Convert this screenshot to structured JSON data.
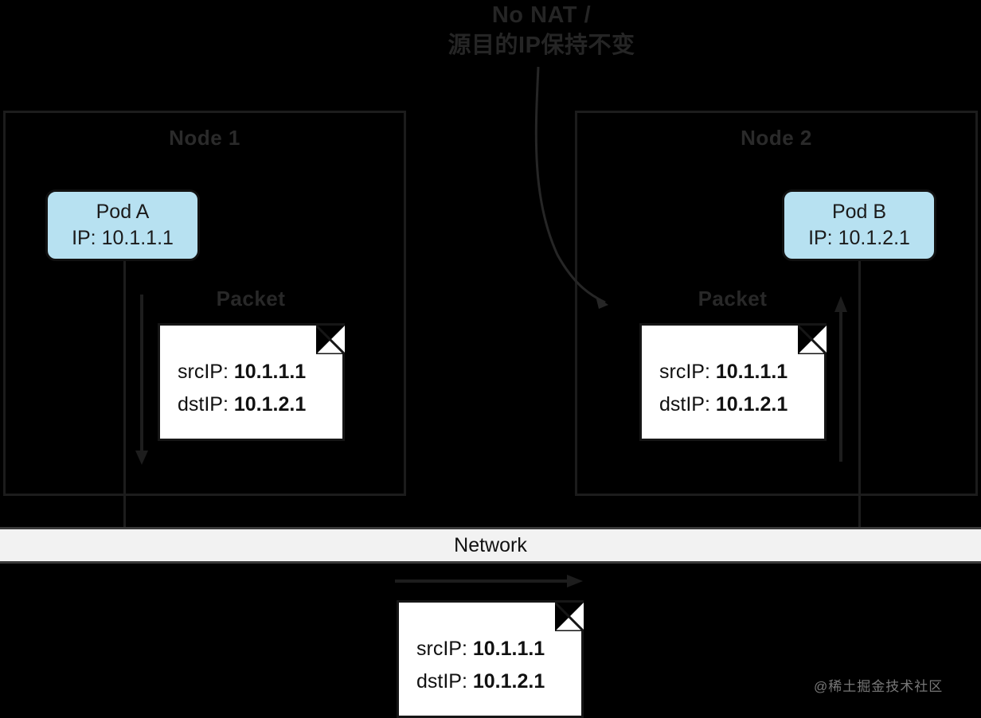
{
  "diagram": {
    "top_annotation": "No NAT /\n源目的IP保持不变",
    "network_label": "Network",
    "watermark": "@稀土掘金技术社区",
    "colors": {
      "background": "#000000",
      "pod_fill": "#b7e1f1",
      "note_fill": "#ffffff",
      "network_fill": "#f2f2f2",
      "stroke": "#1a1a1a",
      "dim_text": "#2a2a2a"
    },
    "nodes": [
      {
        "title": "Node 1",
        "packet_label": "Packet"
      },
      {
        "title": "Node 2",
        "packet_label": "Packet"
      }
    ],
    "pods": [
      {
        "name": "Pod A",
        "ip_line": "IP: 10.1.1.1"
      },
      {
        "name": "Pod B",
        "ip_line": "IP: 10.1.2.1"
      }
    ],
    "packets": [
      {
        "src_label": "srcIP:",
        "src_value": "10.1.1.1",
        "dst_label": "dstIP:",
        "dst_value": "10.1.2.1"
      },
      {
        "src_label": "srcIP:",
        "src_value": "10.1.1.1",
        "dst_label": "dstIP:",
        "dst_value": "10.1.2.1"
      },
      {
        "src_label": "srcIP:",
        "src_value": "10.1.1.1",
        "dst_label": "dstIP:",
        "dst_value": "10.1.2.1"
      }
    ]
  }
}
